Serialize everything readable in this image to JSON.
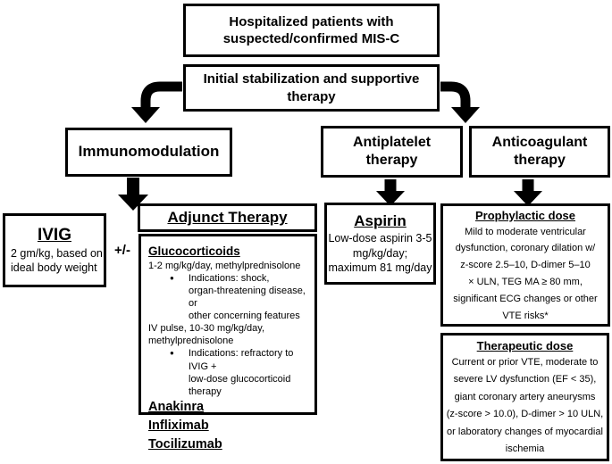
{
  "colors": {
    "ink": "#000000",
    "paper": "#ffffff"
  },
  "glyphs": {
    "bullet": "●"
  },
  "flow": {
    "hospitalized": "Hospitalized patients with\nsuspected/confirmed MIS-C",
    "stabilization": "Initial stabilization and supportive\ntherapy",
    "immunomodulation": "Immunomodulation",
    "antiplatelet": "Antiplatelet\ntherapy",
    "anticoagulant": "Anticoagulant\ntherapy"
  },
  "ivig": {
    "title": "IVIG",
    "body": "2 gm/kg, based on\nideal body weight"
  },
  "plusminus": {
    "label": "+/-"
  },
  "adjunct": {
    "title": "Adjunct Therapy",
    "items": [
      {
        "type": "heading",
        "text": "Glucocorticoids"
      },
      {
        "type": "body",
        "text": "1-2 mg/kg/day, methylprednisolone"
      },
      {
        "type": "bullet",
        "text": "Indications: shock,\norgan-threatening disease, or\nother concerning features"
      },
      {
        "type": "body",
        "text": "IV pulse, 10-30 mg/kg/day,\nmethylprednisolone"
      },
      {
        "type": "bullet",
        "text": "Indications: refractory to IVIG +\nlow-dose glucocorticoid therapy"
      },
      {
        "type": "drug",
        "text": "Anakinra"
      },
      {
        "type": "drug",
        "text": "Infliximab"
      },
      {
        "type": "drug",
        "text": "Tocilizumab"
      }
    ]
  },
  "aspirin": {
    "title": "Aspirin",
    "body": "Low-dose aspirin 3-5\nmg/kg/day;\nmaximum 81 mg/day"
  },
  "prophylactic": {
    "title": "Prophylactic dose",
    "body": "Mild to moderate ventricular\ndysfunction, coronary dilation w/\nz-score 2.5–10, D-dimer 5–10\n× ULN, TEG MA ≥ 80 mm,\nsignificant ECG changes or other\nVTE risks*"
  },
  "therapeutic": {
    "title": "Therapeutic dose",
    "body": "Current or prior VTE, moderate to\nsevere LV dysfunction (EF < 35),\ngiant coronary artery aneurysms\n(z-score > 10.0), D-dimer > 10 ULN,\nor laboratory changes of myocardial\nischemia"
  }
}
